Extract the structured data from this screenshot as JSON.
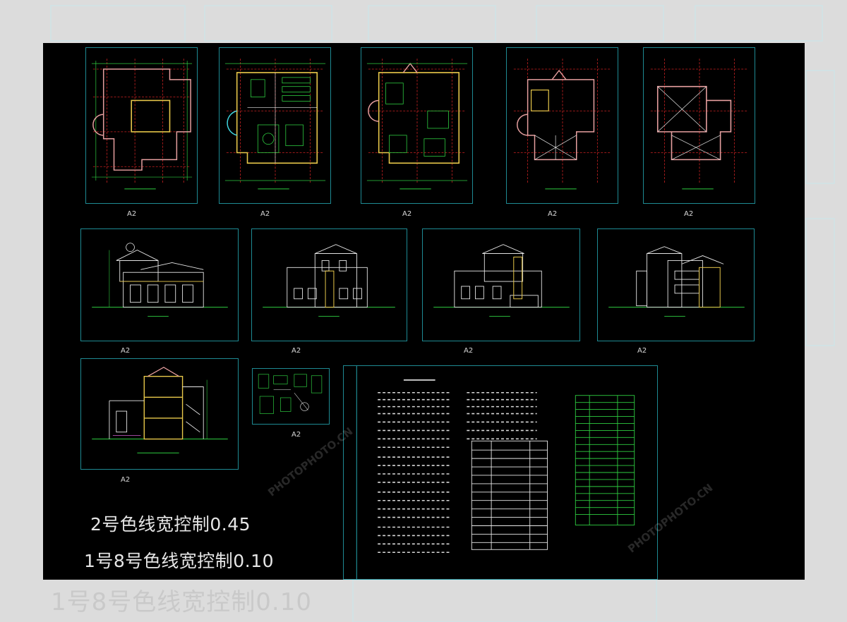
{
  "sheets": [
    {
      "id": "plan-1",
      "label": "A2"
    },
    {
      "id": "plan-2",
      "label": "A2"
    },
    {
      "id": "plan-3",
      "label": "A2"
    },
    {
      "id": "plan-4",
      "label": "A2"
    },
    {
      "id": "plan-5",
      "label": "A2"
    },
    {
      "id": "elev-1",
      "label": "A2"
    },
    {
      "id": "elev-2",
      "label": "A2"
    },
    {
      "id": "elev-3",
      "label": "A2"
    },
    {
      "id": "elev-4",
      "label": "A2"
    },
    {
      "id": "section-1",
      "label": "A2"
    },
    {
      "id": "detail-1",
      "label": "A2"
    }
  ],
  "notes": {
    "line1": "2号色线宽控制0.45",
    "line2": "1号8号色线宽控制0.10",
    "ghost": "1号8号色线宽控制0.10"
  },
  "watermark": {
    "text": "PHOTOPHOTO.CN"
  },
  "colors": {
    "sheet_border": "#1e8a93",
    "plan_lines": "#2ecc40",
    "grid_red": "#cc2222",
    "wall_pink": "#e8a0a0",
    "wall_yellow": "#e8c84a",
    "background": "#000000"
  }
}
